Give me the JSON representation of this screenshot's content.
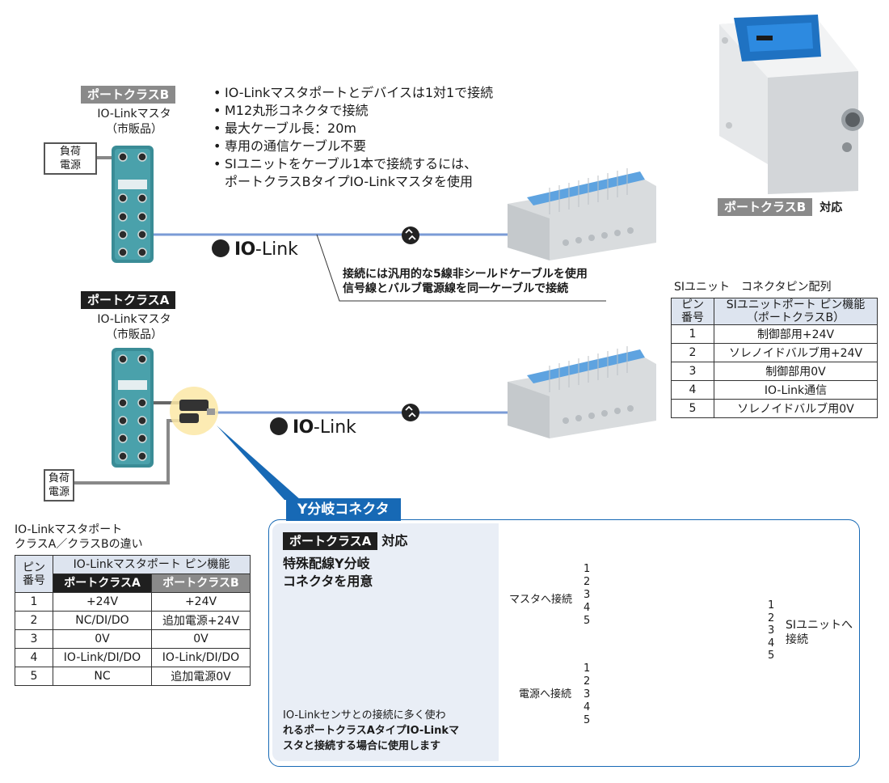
{
  "colors": {
    "cable": "#7b9bd6",
    "module": "#3a8c96",
    "accent_blue": "#1769b5",
    "tag_b": "#8a8a8a",
    "tag_a": "#1f1f1f",
    "table_head": "#dde4ef"
  },
  "top_master": {
    "tag": "ポートクラスB",
    "name": "IO-Linkマスタ",
    "note": "（市販品）",
    "power_line1": "負荷",
    "power_line2": "電源"
  },
  "bullets": [
    "IO-Linkマスタポートとデバイスは1対1で接続",
    "M12丸形コネクタで接続",
    "最大ケーブル長：20m",
    "専用の通信ケーブル不要",
    "SIユニットをケーブル1本で接続するには、",
    "ポートクラスBタイプIO-Linkマスタを使用"
  ],
  "iolink_logo": {
    "bold": "IO",
    "rest": "-Link"
  },
  "cable_note": {
    "line1": "接続には汎用的な5線非シールドケーブルを使用",
    "line2": "信号線とバルブ電源線を同一ケーブルで接続"
  },
  "product_photo": {
    "tag": "ポートクラスB",
    "suffix": "対応"
  },
  "bottom_master": {
    "tag": "ポートクラスA",
    "name": "IO-Linkマスタ",
    "note": "（市販品）",
    "power_line1": "負荷",
    "power_line2": "電源"
  },
  "si_table": {
    "title": "SIユニット　コネクタピン配列",
    "head_pin_1": "ピン",
    "head_pin_2": "番号",
    "head_func_1": "SIユニットポート ピン機能",
    "head_func_2": "（ポートクラスB）",
    "rows": [
      {
        "pin": "1",
        "func": "制御部用+24V"
      },
      {
        "pin": "2",
        "func": "ソレノイドバルブ用+24V"
      },
      {
        "pin": "3",
        "func": "制御部用0V"
      },
      {
        "pin": "4",
        "func": "IO-Link通信"
      },
      {
        "pin": "5",
        "func": "ソレノイドバルブ用0V"
      }
    ]
  },
  "class_table": {
    "title_1": "IO-Linkマスタポート",
    "title_2": "クラスA／クラスBの違い",
    "head_pin_1": "ピン",
    "head_pin_2": "番号",
    "head_func": "IO-Linkマスタポート ピン機能",
    "head_a": "ポートクラスA",
    "head_b": "ポートクラスB",
    "rows": [
      {
        "pin": "1",
        "a": "+24V",
        "b": "+24V"
      },
      {
        "pin": "2",
        "a": "NC/DI/DO",
        "b": "追加電源+24V"
      },
      {
        "pin": "3",
        "a": "0V",
        "b": "0V"
      },
      {
        "pin": "4",
        "a": "IO-Link/DI/DO",
        "b": "IO-Link/DI/DO"
      },
      {
        "pin": "5",
        "a": "NC",
        "b": "追加電源0V"
      }
    ]
  },
  "y_connector": {
    "label": "Y分岐コネクタ",
    "tag": "ポートクラスA",
    "tag_suffix": "対応",
    "heading_1": "特殊配線Y分岐",
    "heading_2": "コネクタを用意",
    "desc_1": "IO-Linkセンサとの接続に多く使わ",
    "desc_2": "れるポートクラスAタイプIO-Linkマ",
    "desc_3": "スタと接続する場合に使用します"
  },
  "wiring": {
    "to_master": "マスタへ接続",
    "to_power": "電源へ接続",
    "to_si_1": "SIユニットへ",
    "to_si_2": "接続",
    "left_top_pins": [
      "1",
      "2",
      "3",
      "4",
      "5"
    ],
    "left_bottom_pins": [
      "1",
      "2",
      "3",
      "4",
      "5"
    ],
    "right_pins": [
      "1",
      "2",
      "3",
      "4",
      "5"
    ]
  }
}
